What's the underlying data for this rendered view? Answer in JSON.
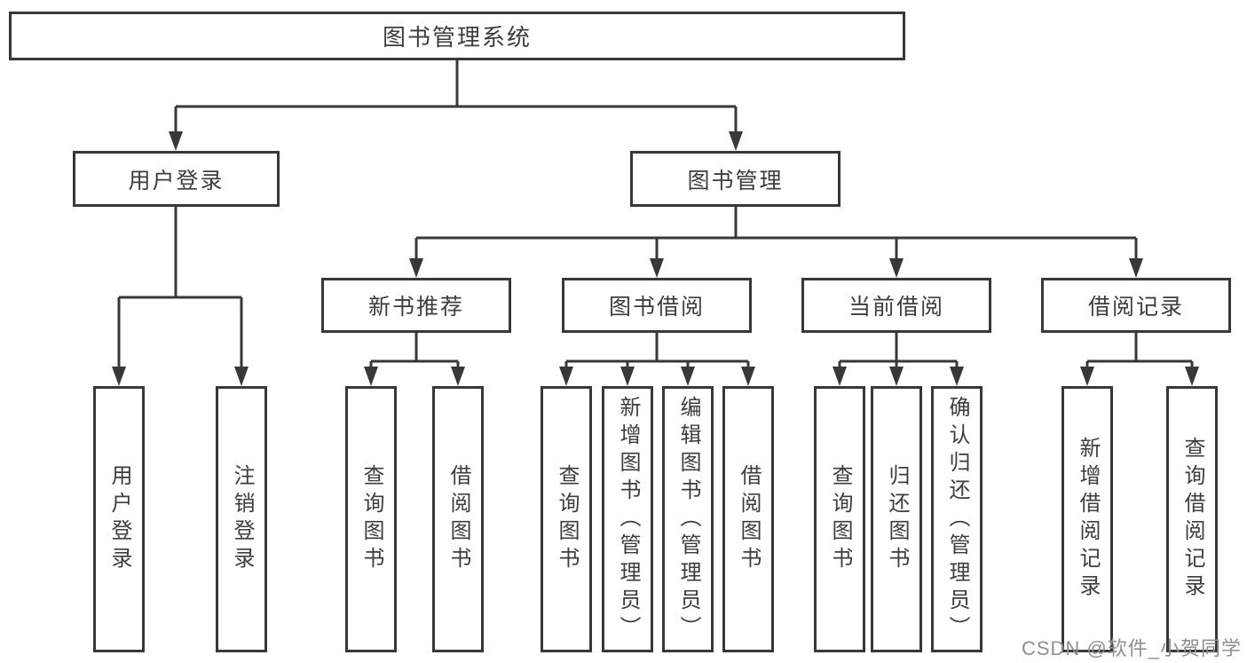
{
  "colors": {
    "line": "#383838",
    "text": "#3d3d3d",
    "watermark": "#8f8f8f",
    "background": "#ffffff"
  },
  "watermark": "CSDN @软件_小贺同学",
  "tree": {
    "root": {
      "label": "图书管理系统",
      "children": [
        {
          "label": "用户登录",
          "children": [
            {
              "label": "用户登录"
            },
            {
              "label": "注销登录"
            }
          ]
        },
        {
          "label": "图书管理",
          "children": [
            {
              "label": "新书推荐",
              "children": [
                {
                  "label": "查询图书"
                },
                {
                  "label": "借阅图书"
                }
              ]
            },
            {
              "label": "图书借阅",
              "children": [
                {
                  "label": "查询图书"
                },
                {
                  "label": "新增图书（管理员）"
                },
                {
                  "label": "编辑图书（管理员）"
                },
                {
                  "label": "借阅图书"
                }
              ]
            },
            {
              "label": "当前借阅",
              "children": [
                {
                  "label": "查询图书"
                },
                {
                  "label": "归还图书"
                },
                {
                  "label": "确认归还（管理员）"
                }
              ]
            },
            {
              "label": "借阅记录",
              "children": [
                {
                  "label": "新增借阅记录"
                },
                {
                  "label": "查询借阅记录"
                }
              ]
            }
          ]
        }
      ]
    }
  }
}
